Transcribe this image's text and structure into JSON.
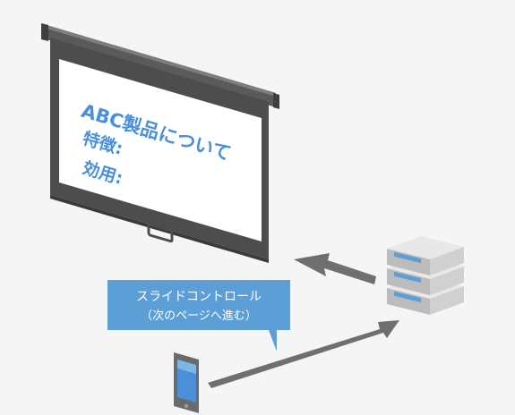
{
  "screen": {
    "title": "ABC製品について",
    "line1": "特徴:",
    "line2": "効用:"
  },
  "callout": {
    "line1": "スライドコントロール",
    "line2": "（次のページへ進む）"
  },
  "colors": {
    "background": "#f5f5f5",
    "screen_text": "#4a90d9",
    "callout": "#5b9fd6",
    "arrow": "#6f6f6f"
  }
}
